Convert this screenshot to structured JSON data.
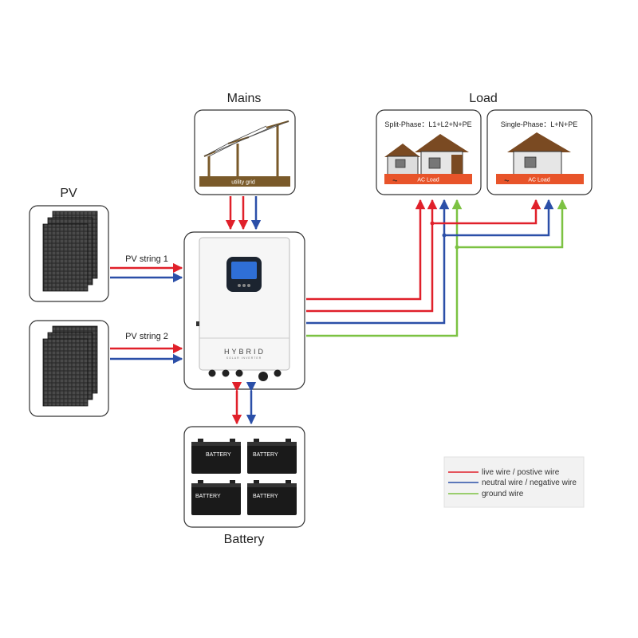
{
  "titles": {
    "mains": "Mains",
    "load": "Load",
    "pv": "PV",
    "battery": "Battery"
  },
  "mains": {
    "grid_label": "utility grid"
  },
  "load": {
    "split_phase": "Split-Phase：L1+L2+N+PE",
    "single_phase": "Single-Phase：L+N+PE",
    "ac_load": "AC Load"
  },
  "pv_strings": {
    "string1": "PV string 1",
    "string2": "PV string 2"
  },
  "inverter": {
    "brand": "HYBRID",
    "subtitle": "SOLAR INVERTER"
  },
  "battery_label": "BATTERY",
  "legend": {
    "items": [
      {
        "label": "live wire / postive wire",
        "color": "#e0202a"
      },
      {
        "label": "neutral wire / negative wire",
        "color": "#2b4fa8"
      },
      {
        "label": "ground wire",
        "color": "#7cc242"
      }
    ]
  },
  "colors": {
    "live": "#e0202a",
    "neutral": "#2b4fa8",
    "ground": "#7cc242",
    "ac_load_bar": "#e8542a",
    "grid_bar": "#7a5a2a"
  },
  "icons": [
    "power-line-icon",
    "house-icon",
    "solar-panel-icon",
    "battery-icon",
    "inverter-icon",
    "plug-icon"
  ]
}
